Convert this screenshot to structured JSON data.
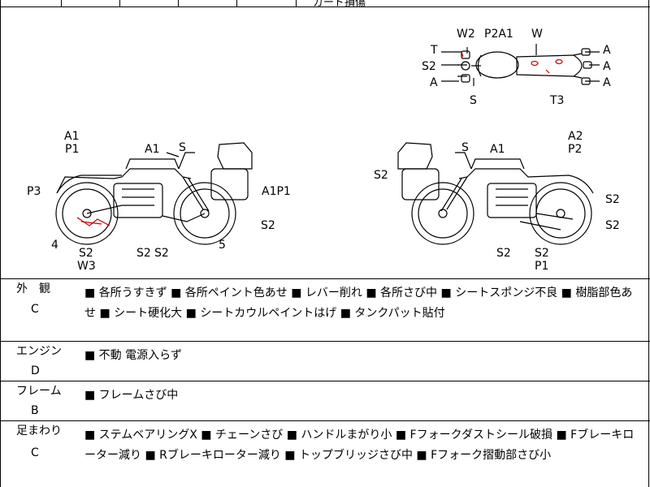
{
  "header_partial": "ガード損傷",
  "top_view": {
    "labels": [
      "T",
      "W2",
      "P2A1",
      "W",
      "S2",
      "A",
      "S",
      "T3",
      "A",
      "A",
      "A"
    ]
  },
  "left_view": {
    "labels": [
      "A1",
      "P1",
      "A1",
      "S",
      "P3",
      "A1P1",
      "4",
      "S2",
      "W3",
      "S2",
      "S2",
      "5",
      "S2"
    ]
  },
  "right_view": {
    "labels": [
      "A2",
      "P2",
      "S",
      "A1",
      "S2",
      "S2",
      "S2",
      "S2",
      "S2",
      "P1"
    ]
  },
  "sections": [
    {
      "category": "外　観",
      "grade": "C",
      "desc": "■ 各所うすきず ■ 各所ペイント色あせ ■ レバー削れ ■ 各所さび中 ■ シートスポンジ不良 ■ 樹脂部色あせ ■ シート硬化大 ■ シートカウルペイントはげ ■ タンクパット貼付"
    },
    {
      "category": "エンジン",
      "grade": "D",
      "desc": "■ 不動 電源入らず"
    },
    {
      "category": "フレーム",
      "grade": "B",
      "desc": "■ フレームさび中"
    },
    {
      "category": "足まわり",
      "grade": "C",
      "desc": "■ ステムベアリングX ■ チェーンさび ■ ハンドルまがり小 ■ Fフォークダストシール破損 ■ Fブレーキローター減り ■ Rブレーキローター減り ■ トップブリッジさび中 ■ Fフォーク摺動部さび小"
    }
  ]
}
